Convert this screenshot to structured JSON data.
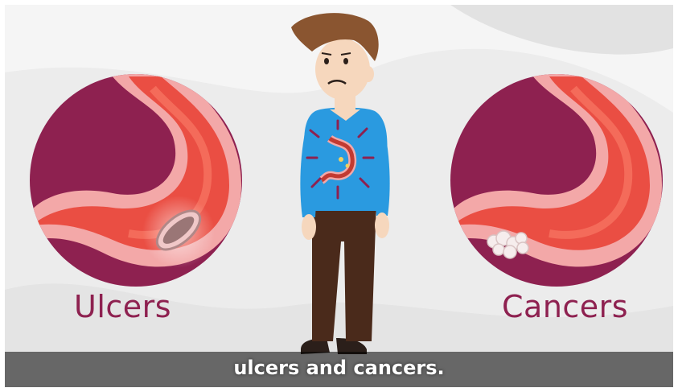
{
  "labels": {
    "left": "Ulcers",
    "right": "Cancers"
  },
  "subtitle": "ulcers and cancers.",
  "colors": {
    "circle_bg": "#8e2150",
    "stomach_outer": "#f3a8a8",
    "stomach_inner": "#ea4e43",
    "label_text": "#8e2150",
    "shirt": "#2a9ae0",
    "pants": "#4a2a1b",
    "hair": "#8a5530",
    "skin": "#f6d7bd"
  },
  "icons": {
    "left_circle": "stomach-with-ulcer-icon",
    "right_circle": "stomach-with-cancer-icon",
    "person": "worried-man-illustration"
  }
}
